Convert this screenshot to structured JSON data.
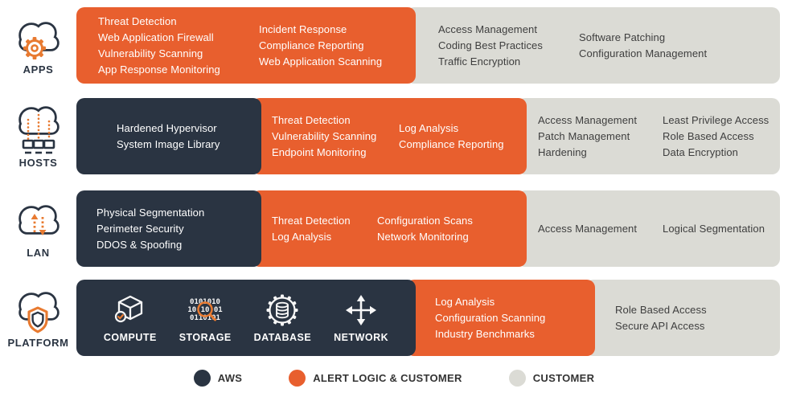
{
  "palette": {
    "aws": "#2A3442",
    "alert_logic_customer": "#E85F2E",
    "customer": "#DBDBD5",
    "accent_orange": "#E87A30",
    "white": "#FFFFFF"
  },
  "rows": [
    {
      "label": "APPS",
      "icon": "cloud-gear-icon",
      "segments": [
        {
          "owner": "alert-logic-customer",
          "columns": [
            [
              "Threat Detection",
              "Web Application Firewall",
              "Vulnerability Scanning",
              "App Response Monitoring"
            ],
            [
              "Incident Response",
              "Compliance Reporting",
              "Web Application Scanning"
            ]
          ]
        },
        {
          "owner": "customer",
          "columns": [
            [
              "Access Management",
              "Coding Best Practices",
              "Traffic Encryption"
            ],
            [
              "Software Patching",
              "Configuration Management"
            ]
          ]
        }
      ]
    },
    {
      "label": "HOSTS",
      "icon": "cloud-hosts-icon",
      "segments": [
        {
          "owner": "aws",
          "columns": [
            [
              "Hardened Hypervisor",
              "System Image Library"
            ]
          ]
        },
        {
          "owner": "alert-logic-customer",
          "columns": [
            [
              "Threat Detection",
              "Vulnerability Scanning",
              "Endpoint Monitoring"
            ],
            [
              "Log Analysis",
              "Compliance Reporting"
            ]
          ]
        },
        {
          "owner": "customer",
          "columns": [
            [
              "Access Management",
              "Patch Management",
              "Hardening"
            ],
            [
              "Least Privilege Access",
              "Role Based Access",
              "Data Encryption"
            ]
          ]
        }
      ]
    },
    {
      "label": "LAN",
      "icon": "cloud-arrows-icon",
      "segments": [
        {
          "owner": "aws",
          "columns": [
            [
              "Physical Segmentation",
              "Perimeter Security",
              "DDOS & Spoofing"
            ]
          ]
        },
        {
          "owner": "alert-logic-customer",
          "columns": [
            [
              "Threat Detection",
              "Log Analysis"
            ],
            [
              "Configuration Scans",
              "Network Monitoring"
            ]
          ]
        },
        {
          "owner": "customer",
          "columns": [
            [
              "Access Management"
            ],
            [
              "Logical Segmentation"
            ]
          ]
        }
      ]
    },
    {
      "label": "PLATFORM",
      "icon": "cloud-shield-icon",
      "segments": [
        {
          "owner": "aws",
          "services": [
            {
              "label": "COMPUTE",
              "icon": "cube-icon"
            },
            {
              "label": "STORAGE",
              "icon": "binary-search-icon"
            },
            {
              "label": "DATABASE",
              "icon": "gear-database-icon"
            },
            {
              "label": "NETWORK",
              "icon": "cross-arrows-icon"
            }
          ]
        },
        {
          "owner": "alert-logic-customer",
          "columns": [
            [
              "Log Analysis",
              "Configuration Scanning",
              "Industry Benchmarks"
            ]
          ]
        },
        {
          "owner": "customer",
          "columns": [
            [
              "Role Based Access",
              "Secure API Access"
            ]
          ]
        }
      ]
    }
  ],
  "legend": {
    "items": [
      {
        "label": "AWS",
        "color": "#2A3442"
      },
      {
        "label": "ALERT LOGIC & CUSTOMER",
        "color": "#E85F2E"
      },
      {
        "label": "CUSTOMER",
        "color": "#DBDBD5"
      }
    ]
  }
}
